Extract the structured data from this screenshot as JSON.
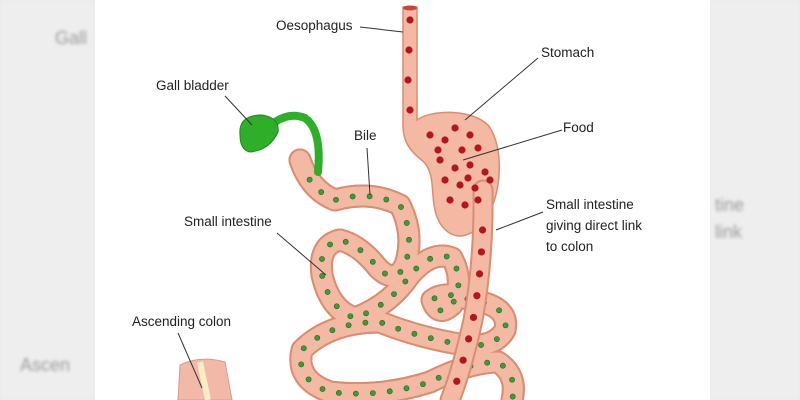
{
  "labels": {
    "oesophagus": "Oesophagus",
    "stomach": "Stomach",
    "food": "Food",
    "gall_bladder": "Gall bladder",
    "bile": "Bile",
    "small_intestine": "Small intestine",
    "direct_link": [
      "Small intestine",
      "giving direct link",
      "to colon"
    ],
    "ascending_colon": "Ascending colon"
  },
  "background_blur_text": {
    "left_top": "Gall",
    "left_bottom": "Ascen",
    "right_top": "tine",
    "right_bottom": "link"
  },
  "colors": {
    "tube_fill": "#f4b9a2",
    "tube_edge": "#d98d72",
    "bile_dot": "#3e9a3a",
    "food_dot": "#b3161c",
    "gall_bladder": "#2fae2a"
  }
}
